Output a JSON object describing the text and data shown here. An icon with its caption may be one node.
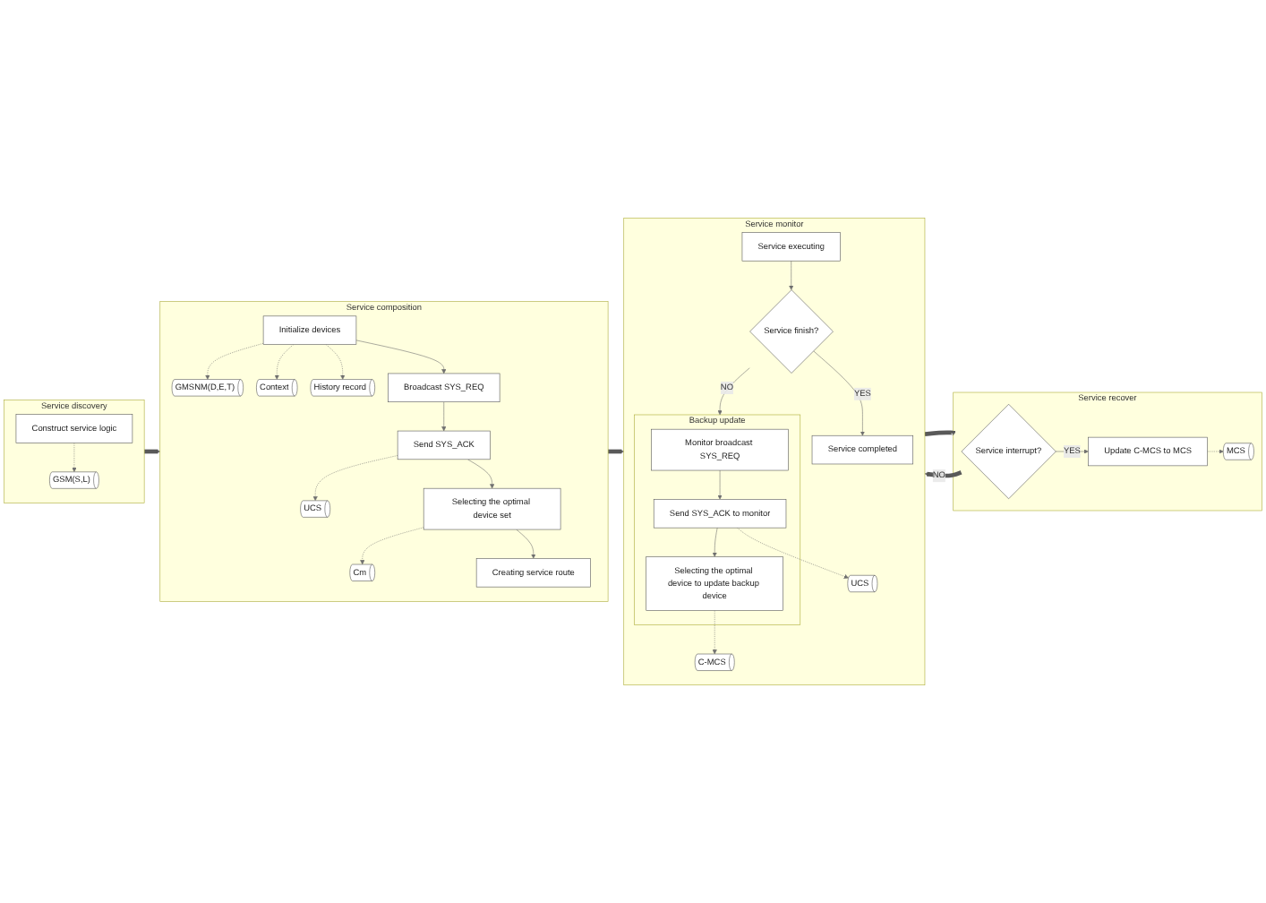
{
  "diagram": {
    "nodes": [
      {
        "text": [
          "Service discovery"
        ]
      },
      {
        "text": [
          "Construct service logic"
        ],
        "in": 0
      },
      {
        "text": [
          "GSM(S,L)"
        ],
        "in": 0
      },
      {
        "text": [
          "Service composition"
        ]
      },
      {
        "text": [
          "Initialize devices"
        ],
        "in": 3
      },
      {
        "text": [
          "GMSNM(D,E,T)"
        ],
        "in": 3
      },
      {
        "text": [
          "Context"
        ],
        "in": 3
      },
      {
        "text": [
          "History record"
        ],
        "in": 3
      },
      {
        "text": [
          "Broadcast SYS_REQ"
        ],
        "in": 3
      },
      {
        "text": [
          "Send SYS_ACK"
        ],
        "in": 3
      },
      {
        "text": [
          "UCS"
        ],
        "in": 3
      },
      {
        "text": [
          "Selecting the optimal device set"
        ],
        "in": 3
      },
      {
        "text": [
          "Cm"
        ],
        "in": 3
      },
      {
        "text": [
          "Creating service route"
        ],
        "in": 3
      },
      {
        "text": [
          "Service monitor"
        ]
      },
      {
        "text": [
          "Service executing"
        ],
        "in": 14
      },
      {
        "text": [
          "Service finish?"
        ],
        "in": 14
      },
      {
        "text": [
          "Service completed"
        ],
        "in": 14
      },
      {
        "text": [
          "Backup update"
        ],
        "in": 14
      },
      {
        "text": [
          "Monitor broadcast SYS_REQ"
        ],
        "in": 18
      },
      {
        "text": [
          "Send SYS_ACK to monitor"
        ],
        "in": 18
      },
      {
        "text": [
          "UCS"
        ],
        "in": 14
      },
      {
        "text": [
          "Selecting the optimal device to update backup device"
        ],
        "in": 18
      },
      {
        "text": [
          "C-MCS"
        ],
        "in": 14
      },
      {
        "text": [
          "Service recover"
        ]
      },
      {
        "text": [
          "Service interrupt?"
        ],
        "in": 24
      },
      {
        "text": [
          "Update C-MCS to MCS"
        ],
        "in": 24
      },
      {
        "text": [
          "MCS"
        ],
        "in": 24
      }
    ],
    "edges": [
      {
        "from": 1,
        "to": 2,
        "arrow": "to",
        "style": "dashed"
      },
      {
        "from": 0,
        "to": 3,
        "arrow": "to",
        "style": "thick",
        "color": "#595959"
      },
      {
        "from": 4,
        "to": 5,
        "arrow": "to",
        "style": "dashed"
      },
      {
        "from": 4,
        "to": 6,
        "arrow": "to",
        "style": "dashed"
      },
      {
        "from": 4,
        "to": 7,
        "arrow": "to",
        "style": "dashed"
      },
      {
        "from": 4,
        "to": 8,
        "arrow": "to"
      },
      {
        "from": 8,
        "to": 9,
        "arrow": "to"
      },
      {
        "from": 9,
        "to": 10,
        "arrow": "to",
        "style": "dashed"
      },
      {
        "from": 9,
        "to": 11,
        "arrow": "to"
      },
      {
        "from": 11,
        "to": 12,
        "arrow": "to",
        "style": "dashed"
      },
      {
        "from": 11,
        "to": 13,
        "arrow": "to"
      },
      {
        "from": 3,
        "to": 14,
        "arrow": "to",
        "style": "thick",
        "color": "#595959"
      },
      {
        "from": 15,
        "to": 16,
        "arrow": "to"
      },
      {
        "from": 16,
        "to": 17,
        "label": "YES",
        "arrow": "to"
      },
      {
        "from": 16,
        "to": 18,
        "label": "NO",
        "arrow": "to"
      },
      {
        "from": 19,
        "to": 20,
        "arrow": "to"
      },
      {
        "from": 20,
        "to": 21,
        "arrow": "to",
        "style": "dashed"
      },
      {
        "from": 20,
        "to": 22,
        "arrow": "to"
      },
      {
        "from": 22,
        "to": 23,
        "arrow": "to",
        "style": "dashed"
      },
      {
        "from": 14,
        "to": 24,
        "arrow": "to",
        "style": "thick",
        "color": "#595959"
      },
      {
        "from": 25,
        "to": 26,
        "label": "YES",
        "arrow": "to"
      },
      {
        "from": 25,
        "to": 14,
        "label": "NO",
        "arrow": "to",
        "style": "thick",
        "color": "#595959"
      },
      {
        "from": 26,
        "to": 27,
        "arrow": "to",
        "style": "dashed"
      }
    ]
  }
}
